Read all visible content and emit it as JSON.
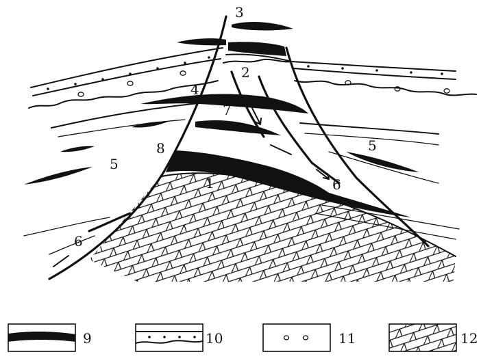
{
  "labels": {
    "l1": "1",
    "l2": "2",
    "l3": "3",
    "l4": "4",
    "l5a": "5",
    "l5b": "5",
    "l6a": "6",
    "l6b": "6",
    "l7": "7",
    "l8": "8"
  },
  "legend": [
    {
      "symbol": "coal-seam",
      "label": "9"
    },
    {
      "symbol": "sandstone",
      "label": "10"
    },
    {
      "symbol": "conglomerate",
      "label": "11"
    },
    {
      "symbol": "limestone",
      "label": "12"
    }
  ]
}
